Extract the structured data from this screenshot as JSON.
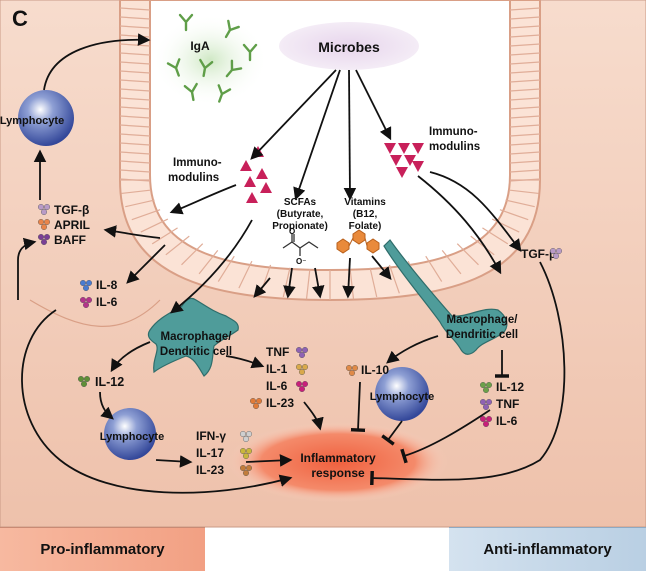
{
  "panel_letter": "C",
  "labels": {
    "microbes": "Microbes",
    "iga": "IgA",
    "lymphocyte_top": "Lymphocyte",
    "immunomodulins_left_1": "Immuno-",
    "immunomodulins_left_2": "modulins",
    "immunomodulins_right_1": "Immuno-",
    "immunomodulins_right_2": "modulins",
    "scfa_1": "SCFAs",
    "scfa_2": "(Butyrate,",
    "scfa_3": "Propionate)",
    "vit_1": "Vitamins",
    "vit_2": "(B12,",
    "vit_3": "Folate)",
    "atom_o": "O",
    "atom_o_minus": "O⁻",
    "tgf_left": "TGF-β",
    "april": "APRIL",
    "baff": "BAFF",
    "il8": "IL-8",
    "il6_left": "IL-6",
    "tgf_right": "TGF-β",
    "macro_left_1": "Macrophage/",
    "macro_left_2": "Dendritic cell",
    "macro_right_1": "Macrophage/",
    "macro_right_2": "Dendritic cell",
    "il12_left": "IL-12",
    "tnf_mid": "TNF",
    "il1": "IL-1",
    "il6_mid": "IL-6",
    "il23_mid": "IL-23",
    "il10": "IL-10",
    "lymphocyte_right": "Lymphocyte",
    "il12_right": "IL-12",
    "tnf_right": "TNF",
    "il6_right": "IL-6",
    "lymphocyte_bottom": "Lymphocyte",
    "ifng": "IFN-γ",
    "il17": "IL-17",
    "il23_bottom": "IL-23",
    "inflammatory_1": "Inflammatory",
    "inflammatory_2": "response"
  },
  "footer": {
    "pro": "Pro-inflammatory",
    "anti": "Anti-inflammatory"
  },
  "colors": {
    "tissue": "#f2c8b4",
    "lumen": "#ffffff",
    "villus": "#fbe3d6",
    "microbes_blob": "#e7d5ec",
    "iga_blob": "#cfe8c4",
    "iga": "#5f9e48",
    "immunomodulin": "#c8205a",
    "lymphocyte": "#4c62a8",
    "macrophage": "#4f9c9a",
    "inflammatory": "#f0603e",
    "arrow": "#111111"
  }
}
